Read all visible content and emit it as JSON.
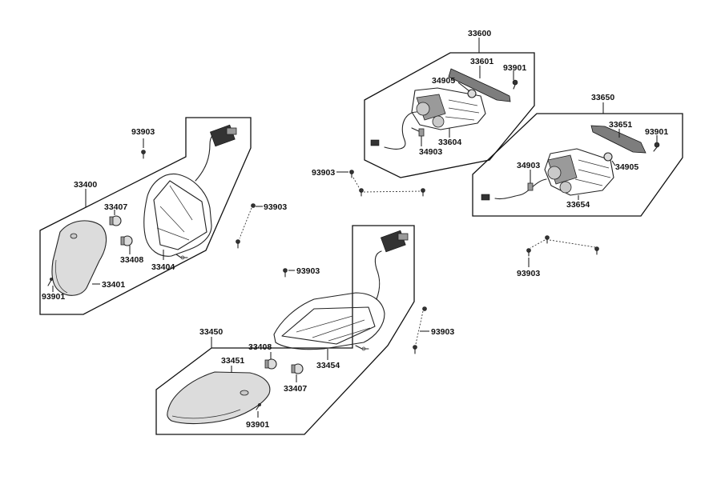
{
  "diagram": {
    "labels": {
      "p33600": "33600",
      "p33601": "33601",
      "p93901_a": "93901",
      "p34905_a": "34905",
      "p33604": "33604",
      "p34903_a": "34903",
      "p93903_a": "93903",
      "p33650": "33650",
      "p33651": "33651",
      "p93901_b": "93901",
      "p34903_b": "34903",
      "p34905_b": "34905",
      "p33654": "33654",
      "p93903_b": "93903",
      "p93903_c": "93903",
      "p93903_d": "93903",
      "p33400": "33400",
      "p33407_a": "33407",
      "p33408_a": "33408",
      "p33404": "33404",
      "p33401": "33401",
      "p93901_c": "93901",
      "p93903_e": "93903",
      "p33450": "33450",
      "p33408_b": "33408",
      "p33451": "33451",
      "p33407_b": "33407",
      "p33454": "33454",
      "p93901_d": "93901",
      "p93903_f": "93903"
    }
  }
}
